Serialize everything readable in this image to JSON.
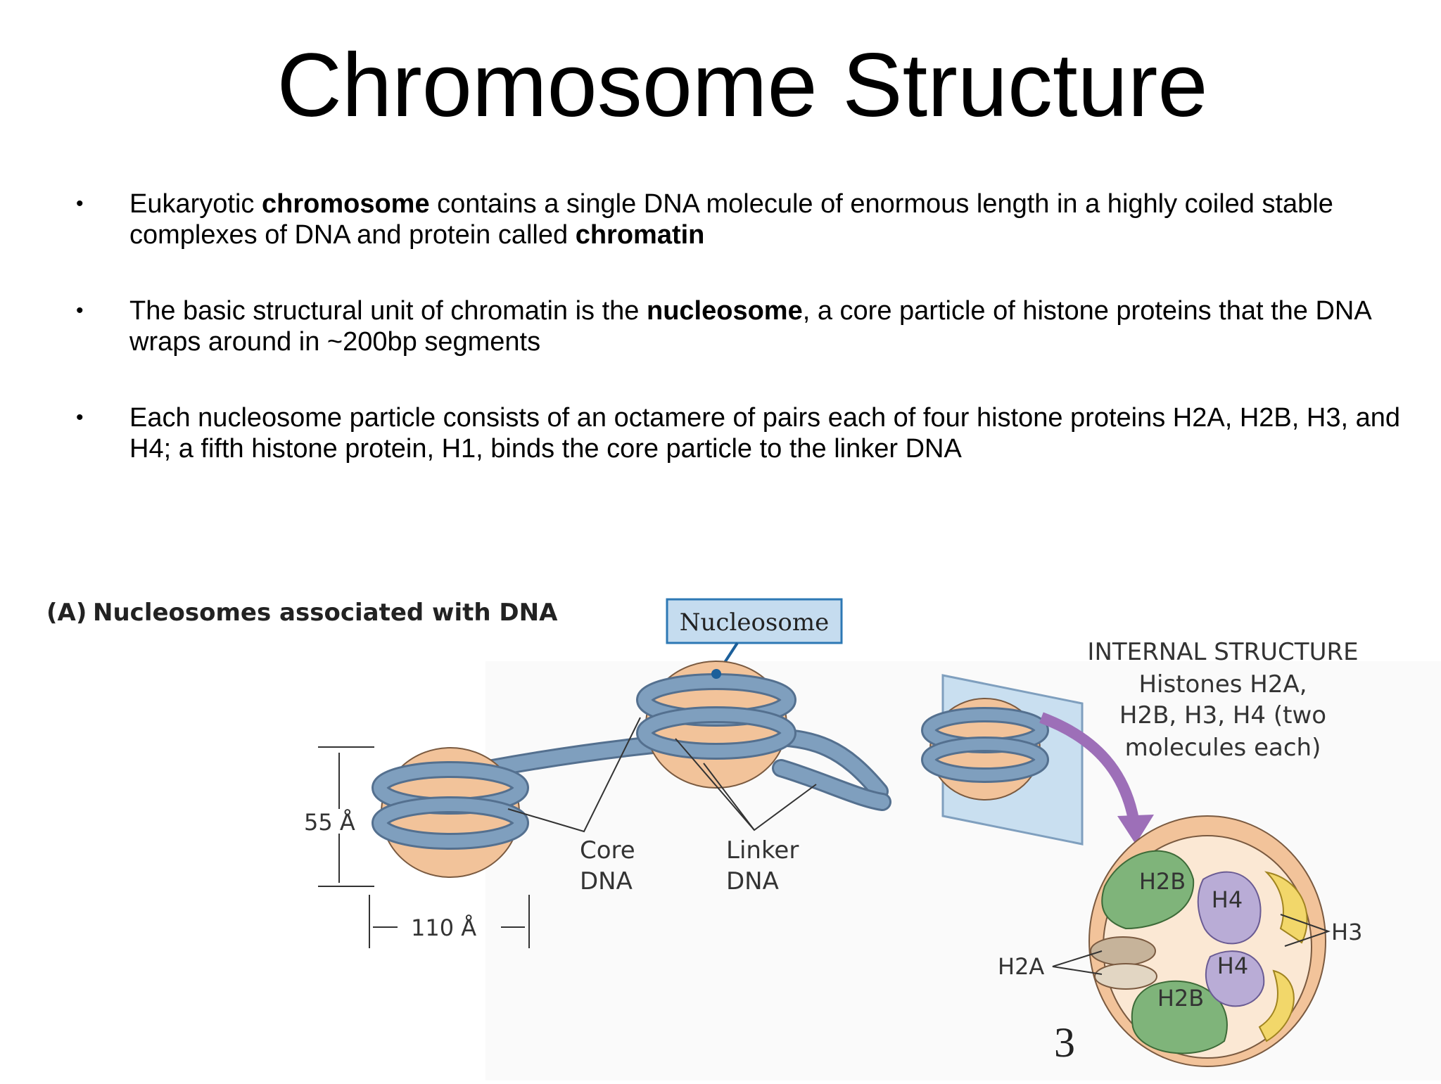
{
  "slide": {
    "title": "Chromosome Structure",
    "bullets": [
      {
        "parts": [
          {
            "text": "Eukaryotic "
          },
          {
            "text": "chromosome",
            "bold": true
          },
          {
            "text": " contains a single DNA molecule of enormous length in a highly coiled stable complexes of DNA and protein called "
          },
          {
            "text": "chromatin",
            "bold": true
          }
        ]
      },
      {
        "parts": [
          {
            "text": "The basic structural unit of chromatin is the "
          },
          {
            "text": "nucleosome",
            "bold": true
          },
          {
            "text": ", a core particle of histone proteins that the DNA wraps around in ~200bp segments"
          }
        ]
      },
      {
        "parts": [
          {
            "text": "Each nucleosome particle consists of an octamere of pairs each of four histone proteins H2A, H2B, H3, and H4; a fifth histone protein, H1, binds the core particle to the linker DNA"
          }
        ]
      }
    ],
    "page_number": "3"
  },
  "figure": {
    "panel_label": "(A)",
    "panel_title": "Nucleosomes associated with DNA",
    "callout_nucleosome": "Nucleosome",
    "dim_height": "55 Å",
    "dim_width": "110 Å",
    "label_core": [
      "Core",
      "DNA"
    ],
    "label_linker": [
      "Linker",
      "DNA"
    ],
    "internal_title": "INTERNAL STRUCTURE",
    "internal_desc": [
      "Histones H2A,",
      "H2B, H3, H4 (two",
      "molecules each)"
    ],
    "histones": {
      "h2b_top": "H2B",
      "h4_top": "H4",
      "h3": "H3",
      "h4_bottom": "H4",
      "h2a": "H2A",
      "h2b_bottom": "H2B"
    },
    "colors": {
      "histone_core": "#f2c39a",
      "dna": "#7f9fbe",
      "callout_bg": "#c5dcef",
      "h2b": "#7fb47a",
      "h4": "#b9acd6",
      "h3": "#f2d76a",
      "h2a": "#c6b39a",
      "arrow": "#9d6fb8"
    }
  }
}
